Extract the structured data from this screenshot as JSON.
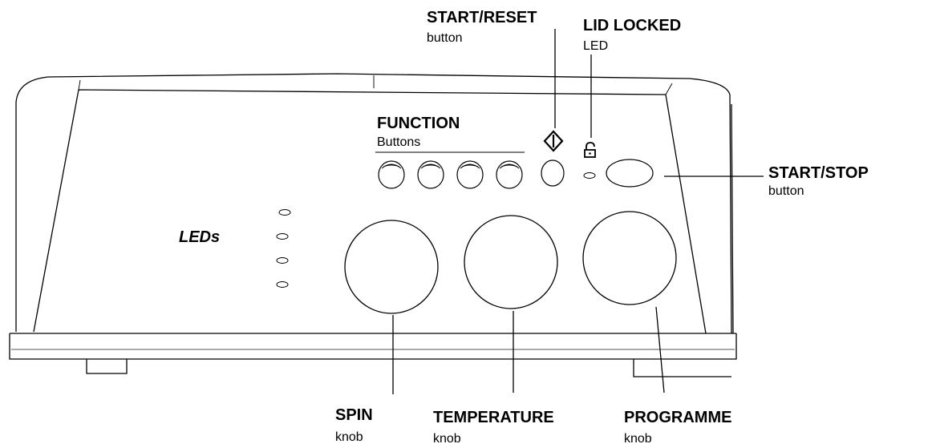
{
  "labels": {
    "start_reset": {
      "title": "START/RESET",
      "sub": "button"
    },
    "lid_locked": {
      "title": "LID LOCKED",
      "sub": "LED"
    },
    "function": {
      "title": "FUNCTION",
      "sub": "Buttons"
    },
    "start_stop": {
      "title": "START/STOP",
      "sub": "button"
    },
    "leds": {
      "title": "LEDs"
    },
    "spin": {
      "title": "SPIN",
      "sub": "knob"
    },
    "temperature": {
      "title": "TEMPERATURE",
      "sub": "knob"
    },
    "programme": {
      "title": "PROGRAMME",
      "sub": "knob"
    }
  },
  "icons": {
    "start_reset_symbol": "start-reset-icon",
    "lid_lock_symbol": "padlock-icon"
  }
}
